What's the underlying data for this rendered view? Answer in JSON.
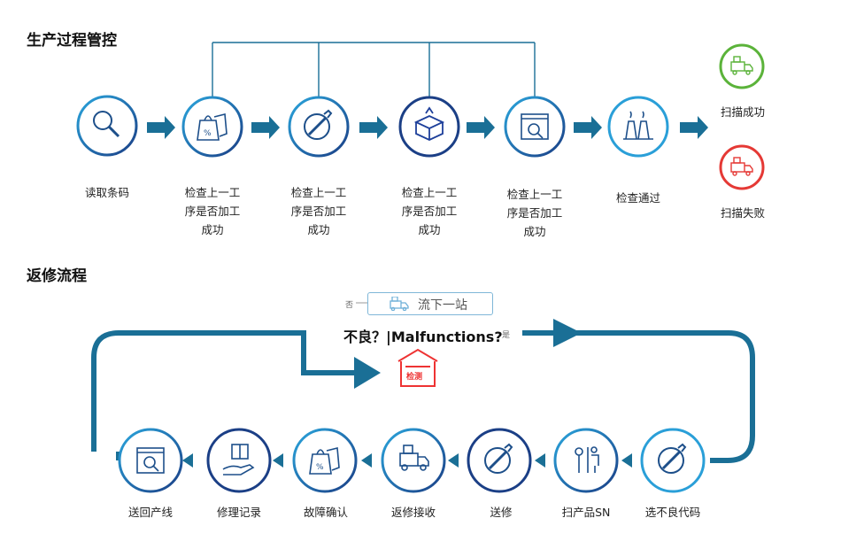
{
  "production": {
    "title": "生产过程管控",
    "steps": [
      {
        "icon": "magnifier-icon",
        "lines": [
          "读取条码"
        ]
      },
      {
        "icon": "shopping-bag-icon",
        "lines": [
          "检查上一工",
          "序是否加工",
          "成功"
        ]
      },
      {
        "icon": "wrench-icon",
        "lines": [
          "检查上一工",
          "序是否加工",
          "成功"
        ]
      },
      {
        "icon": "open-box-icon",
        "lines": [
          "检查上一工",
          "序是否加工",
          "成功"
        ]
      },
      {
        "icon": "box-inspect-icon",
        "lines": [
          "检查上一工",
          "序是否加工",
          "成功"
        ]
      },
      {
        "icon": "factory-icon",
        "lines": [
          "检查通过"
        ]
      }
    ],
    "results": {
      "success": {
        "label": "扫描成功",
        "color": "#5bb33a",
        "icon": "truck-icon"
      },
      "fail": {
        "label": "扫描失败",
        "color": "#e53935",
        "icon": "truck-icon"
      }
    }
  },
  "rework": {
    "title": "返修流程",
    "question": "不良？|Malfunctions?",
    "no_label": "否",
    "yes_label": "是",
    "next_station": "流下一站",
    "inspect_label": "检测",
    "steps": [
      {
        "icon": "box-inspect-icon",
        "label": "送回产线"
      },
      {
        "icon": "hand-box-icon",
        "label": "修理记录"
      },
      {
        "icon": "shopping-bag-icon",
        "label": "故障确认"
      },
      {
        "icon": "truck-icon",
        "label": "返修接收"
      },
      {
        "icon": "wrench-icon",
        "label": "送修"
      },
      {
        "icon": "tools-person-icon",
        "label": "扫产品SN"
      },
      {
        "icon": "wrench-icon",
        "label": "选不良代码"
      }
    ]
  },
  "colors": {
    "accent": "#1a6f96",
    "ring_dark": "#1d4f8a",
    "ring_light": "#2a9fd8",
    "arrow": "#1a6f96"
  }
}
